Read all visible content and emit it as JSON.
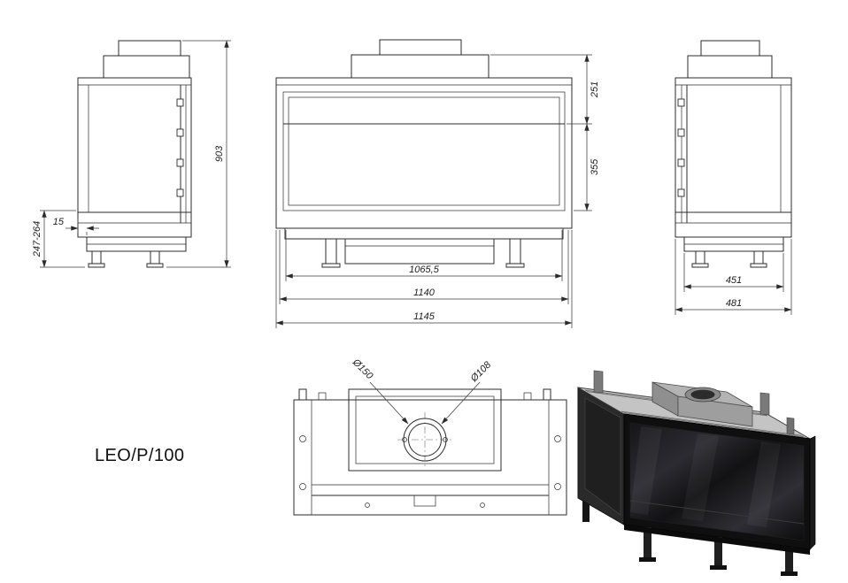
{
  "product": {
    "model": "LEO/P/100"
  },
  "palette": {
    "line": "#2b2b2b",
    "dimension": "#3c3c3c",
    "glass": "#101010",
    "metal": "#c4c4c4"
  },
  "views": {
    "side_left": {
      "dims": {
        "overall_height": "903",
        "floor_clearance_range": "247-264",
        "base_offset": "15"
      }
    },
    "front": {
      "dims": {
        "top_section_height": "251",
        "glass_height": "355",
        "glass_width": "1065,5",
        "inner_width": "1140",
        "overall_width": "1145"
      }
    },
    "side_right": {
      "dims": {
        "base_depth": "451",
        "overall_depth": "481"
      }
    },
    "top": {
      "dims": {
        "flue_outer_diameter": "Ø150",
        "flue_inner_diameter": "Ø108"
      }
    }
  }
}
